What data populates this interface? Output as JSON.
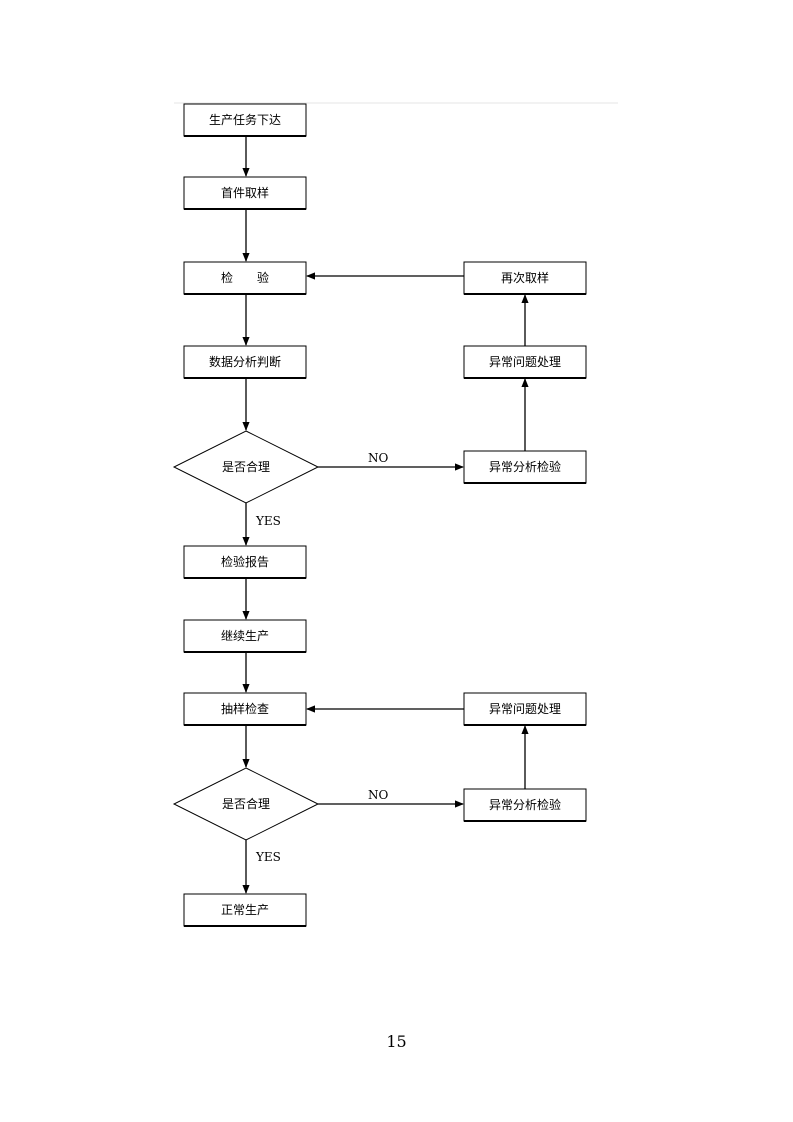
{
  "flowchart": {
    "nodes": {
      "task_issued": "生产任务下达",
      "first_sample": "首件取样",
      "inspection": "检　　验",
      "data_analysis": "数据分析判断",
      "reasonable_1": "是否合理",
      "inspection_report": "检验报告",
      "continue_production": "继续生产",
      "sampling_check": "抽样检查",
      "reasonable_2": "是否合理",
      "normal_production": "正常生产",
      "resample": "再次取样",
      "abnormal_handling_1": "异常问题处理",
      "abnormal_analysis_1": "异常分析检验",
      "abnormal_handling_2": "异常问题处理",
      "abnormal_analysis_2": "异常分析检验"
    },
    "edge_labels": {
      "no_1": "NO",
      "yes_1": "YES",
      "no_2": "NO",
      "yes_2": "YES"
    }
  },
  "page": {
    "number": "15"
  }
}
